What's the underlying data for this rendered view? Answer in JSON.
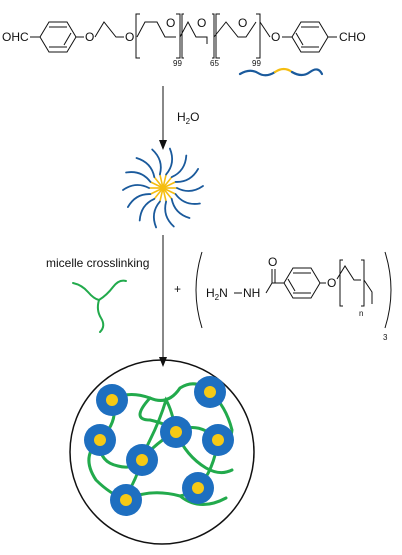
{
  "polymer": {
    "left_end": "OHC",
    "right_end": "CHO",
    "oxygen": "O",
    "peo_repeat_left": "99",
    "ppo_repeat": "65",
    "peo_repeat_right": "99"
  },
  "step1": {
    "reagent": "H",
    "reagent_sub": "2",
    "reagent_tail": "O"
  },
  "step2": {
    "label": "micelle crosslinking",
    "plus": "+",
    "crosslinker": {
      "amine": "H",
      "amine_sub": "2",
      "amine_tail": "N",
      "nh": "NH",
      "carbonyl_o": "O",
      "ether_o": "O",
      "n": "n",
      "arms": "3"
    }
  },
  "colors": {
    "peo_block": "#1a5a9c",
    "ppo_block": "#f5bd10",
    "crosslinker": "#22aa4c",
    "micelle_shell": "#1e6fc0",
    "micelle_core": "#f6c915",
    "ink": "#111111"
  },
  "icons": {
    "polymer_cartoon": "triblock-copolymer-icon",
    "micelle": "flower-micelle-icon",
    "crosslinker_cartoon": "three-arm-crosslinker-icon",
    "hydrogel": "crosslinked-micelle-network-icon"
  }
}
